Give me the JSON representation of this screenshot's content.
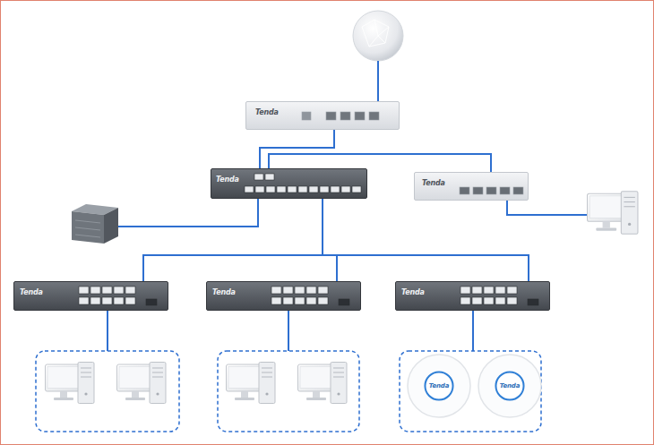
{
  "diagram": {
    "nodes": [
      {
        "text": [
          "Tenda"
        ]
      },
      {
        "text": [
          "Tenda"
        ]
      },
      {
        "text": [
          "Tenda"
        ]
      },
      {
        "text": [
          "Tenda"
        ]
      },
      {
        "text": [
          "Tenda"
        ]
      },
      {
        "text": [
          "Tenda"
        ]
      },
      {
        "text": [
          "Tenda"
        ]
      },
      {
        "text": [
          "Tenda"
        ]
      }
    ],
    "edges": [
      {
        "from": 0,
        "to": 1,
        "arrow": "none"
      },
      {
        "from": 1,
        "to": 2,
        "arrow": "none"
      },
      {
        "from": 1,
        "to": 3,
        "arrow": "none"
      },
      {
        "from": 1,
        "to": 4,
        "arrow": "none"
      },
      {
        "from": 1,
        "to": 5,
        "arrow": "none"
      }
    ]
  }
}
